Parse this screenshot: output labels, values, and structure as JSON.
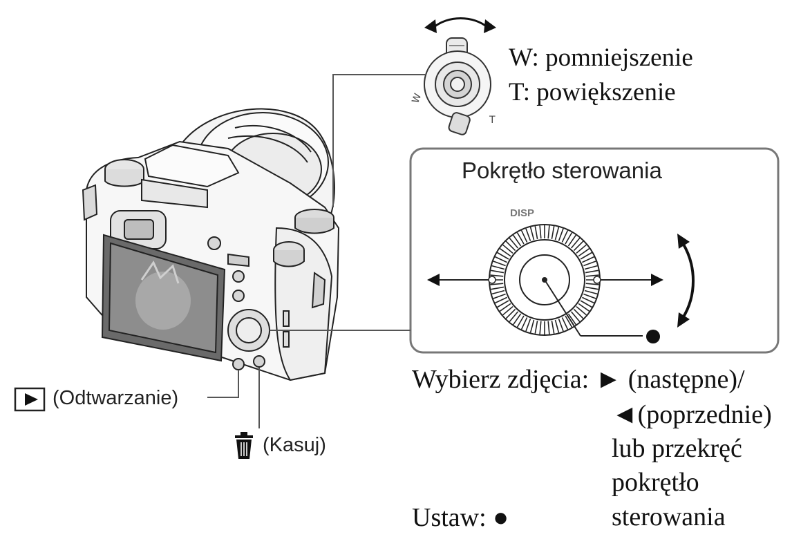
{
  "zoom": {
    "w_label": "W: pomniejszenie",
    "t_label": "T: powiększenie"
  },
  "control_dial": {
    "title": "Pokrętło sterowania",
    "disp_label": "DISP"
  },
  "select_photos": {
    "line1": "Wybierz zdjęcia: ► (następne)/",
    "line2": "◄(poprzednie)",
    "line3": "lub przekręć",
    "line4": "pokrętło",
    "line5": "sterowania"
  },
  "set": {
    "label": "Ustaw: ●"
  },
  "buttons": {
    "playback_label": "(Odtwarzanie)",
    "delete_label": "(Kasuj)"
  },
  "icons": [
    "rotation-arrow-icon",
    "zoom-lever-icon",
    "control-wheel-icon",
    "left-arrow-icon",
    "right-arrow-icon",
    "center-dot-icon",
    "playback-icon",
    "trash-icon",
    "camera-illustration"
  ]
}
